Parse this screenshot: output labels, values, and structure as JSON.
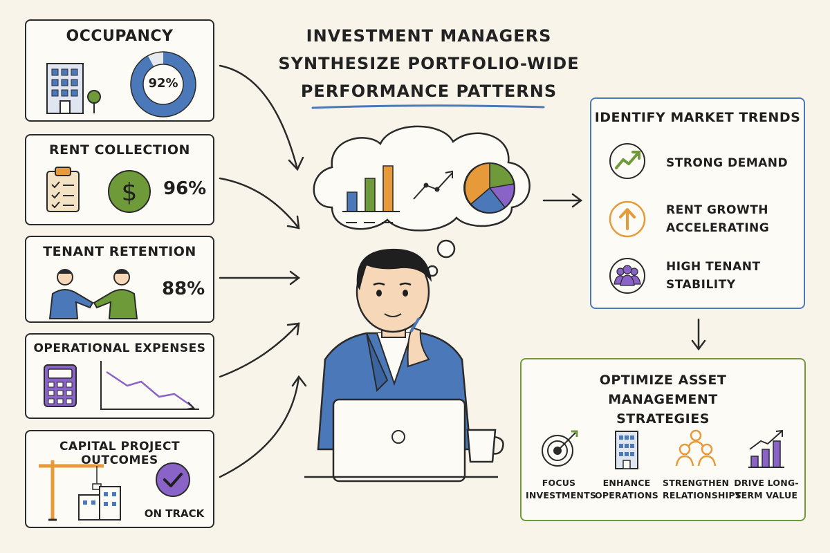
{
  "headline": "Investment Managers Synthesize Portfolio-Wide Performance Patterns",
  "metrics": [
    {
      "title": "Occupancy",
      "value": "92%",
      "fraction": 0.92
    },
    {
      "title": "Rent Collection",
      "value": "96%"
    },
    {
      "title": "Tenant Retention",
      "value": "88%"
    },
    {
      "title": "Operational Expenses"
    },
    {
      "title": "Capital Project Outcomes",
      "status": "On Track"
    }
  ],
  "trends": {
    "title": "Identify Market Trends",
    "items": [
      "Strong Demand",
      "Rent Growth Accelerating",
      "High Tenant Stability"
    ]
  },
  "optimize": {
    "title": "Optimize Asset Management Strategies",
    "strategies": [
      "Focus Investments",
      "Enhance Operations",
      "Strengthen Relationships",
      "Drive Long-Term Value"
    ]
  },
  "colors": {
    "blue": "#4a78b8",
    "green": "#6e9a3a",
    "orange": "#e79a3a",
    "purple": "#8a63c9",
    "ink": "#2a2a2a"
  }
}
